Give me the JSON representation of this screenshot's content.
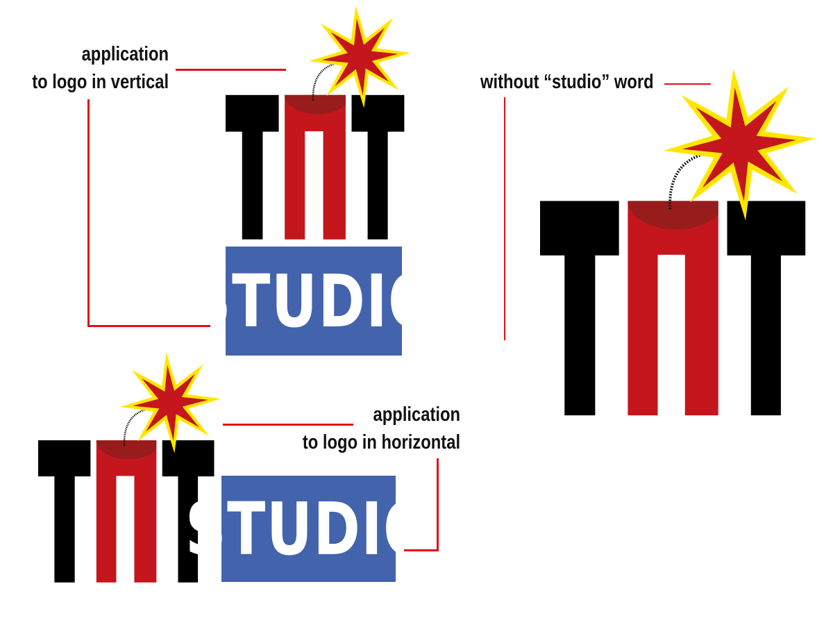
{
  "annotations": {
    "vertical": [
      "application",
      "to logo in vertical"
    ],
    "without_studio": "without “studio” word",
    "horizontal": [
      "application",
      "to logo in horizontal"
    ]
  },
  "logo": {
    "letters": "TNT",
    "wordmark": "STUDIO",
    "colors": {
      "black": "#000000",
      "red": "#c4161c",
      "blue": "#4363ad",
      "star_yellow": "#ffe600",
      "star_red": "#c4161c",
      "annotation_line": "#e0101a"
    },
    "icons": [
      "explosion-star-icon",
      "dynamite-fuse-icon"
    ]
  }
}
